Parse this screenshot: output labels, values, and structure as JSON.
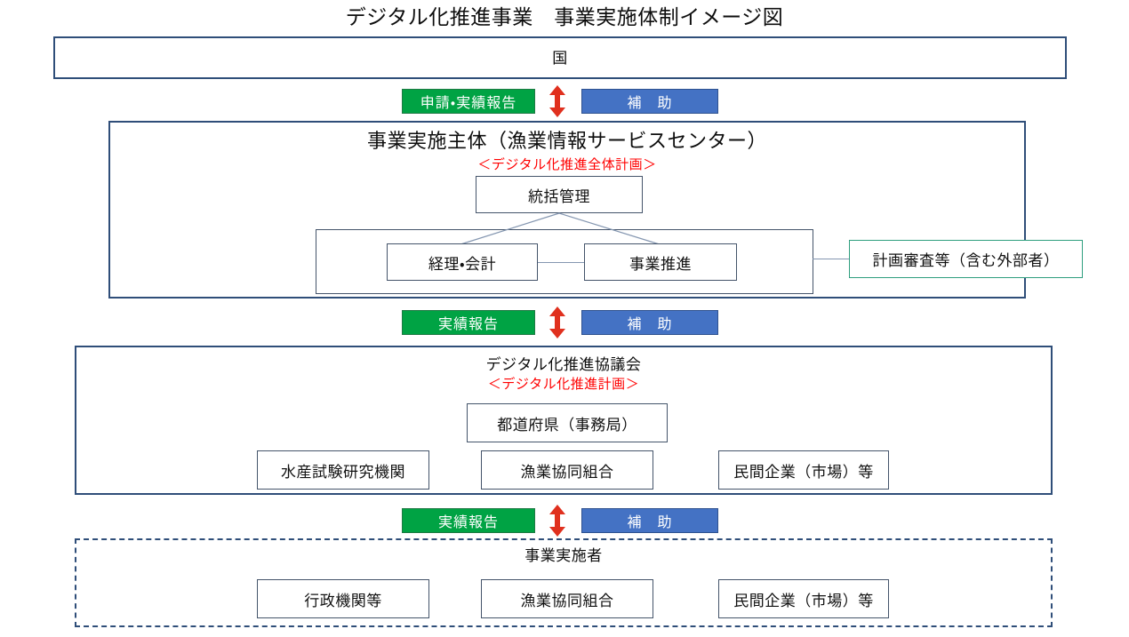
{
  "title": "デジタル化推進事業　事業実施体制イメージ図",
  "national": {
    "label": "国"
  },
  "flow_top": {
    "report_label": "申請・実績報告",
    "subsidy_label": "補　助",
    "arrow_icon": "red-double-arrow-icon"
  },
  "implementer": {
    "title": "事業実施主体（漁業情報サービスセンター）",
    "subtitle": "＜デジタル化推進全体計画＞",
    "management_label": "統括管理",
    "divisions": [
      {
        "label": "経理・会計"
      },
      {
        "label": "事業推進"
      }
    ],
    "review_label": "計画審査等（含む外部者）"
  },
  "flow_middle": {
    "report_label": "実績報告",
    "subsidy_label": "補　助",
    "arrow_icon": "red-double-arrow-icon"
  },
  "council": {
    "title": "デジタル化推進協議会",
    "subtitle": "＜デジタル化推進計画＞",
    "secretariat_label": "都道府県（事務局）",
    "members": [
      {
        "label": "水産試験研究機関"
      },
      {
        "label": "漁業協同組合"
      },
      {
        "label": "民間企業（市場）等"
      }
    ]
  },
  "flow_bottom": {
    "report_label": "実績報告",
    "subsidy_label": "補　助",
    "arrow_icon": "red-double-arrow-icon"
  },
  "executors": {
    "title": "事業実施者",
    "members": [
      {
        "label": "行政機関等"
      },
      {
        "label": "漁業協同組合"
      },
      {
        "label": "民間企業（市場）等"
      }
    ]
  },
  "colors": {
    "navy_border": "#2f4e79",
    "thin_border": "#44546a",
    "teal_border": "#2e9e7e",
    "badge_green": "#00a344",
    "badge_blue": "#4472c4",
    "accent_red": "#ff0000",
    "arrow_red": "#e0301e"
  }
}
